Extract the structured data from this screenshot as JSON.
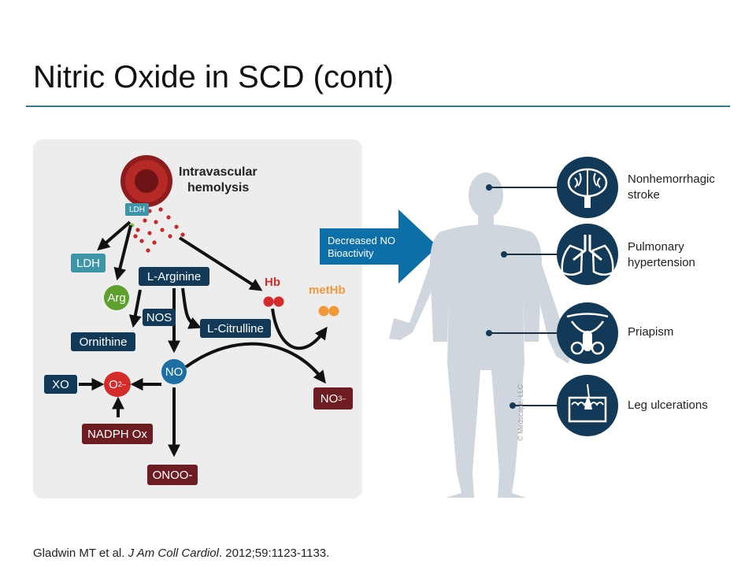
{
  "title": "Nitric Oxide in SCD (cont)",
  "pathway": {
    "hemolysis_label_line1": "Intravascular",
    "hemolysis_label_line2": "hemolysis",
    "ldh_small": "LDH",
    "ldh": "LDH",
    "arg": "Arg",
    "l_arginine": "L-Arginine",
    "nos": "NOS",
    "l_citrulline": "L-Citrulline",
    "ornithine": "Ornithine",
    "no": "NO",
    "xo": "XO",
    "o2": "O",
    "o2_sub": "2",
    "o2_sup": "–",
    "nadph": "NADPH Ox",
    "onoo": "ONOO-",
    "hb": "Hb",
    "methb": "metHb",
    "no3": "NO",
    "no3_sub": "3",
    "no3_sup": "–"
  },
  "arrow_banner": {
    "line1": "Decreased NO",
    "line2": "Bioactivity"
  },
  "conditions": [
    {
      "line1": "Nonhemorrhagic",
      "line2": "stroke",
      "icon": "brain-icon"
    },
    {
      "line1": "Pulmonary",
      "line2": "hypertension",
      "icon": "lungs-icon"
    },
    {
      "line1": "Priapism",
      "line2": "",
      "icon": "penis-icon"
    },
    {
      "line1": "Leg ulcerations",
      "line2": "",
      "icon": "skin-ulcer-icon"
    }
  ],
  "watermark": "© Medscape, LLC",
  "citation": {
    "authors": "Gladwin MT et al. ",
    "journal": "J Am Coll Cardiol",
    "rest": ". 2012;59:1123-1133."
  },
  "colors": {
    "navy": "#123a58",
    "teal": "#3f95a8",
    "maroon": "#6d1d22",
    "red": "#d52b2b",
    "orange": "#f0993a",
    "green": "#5da02e",
    "blue_arrow": "#0d6ea8",
    "rule": "#2e7d83"
  }
}
